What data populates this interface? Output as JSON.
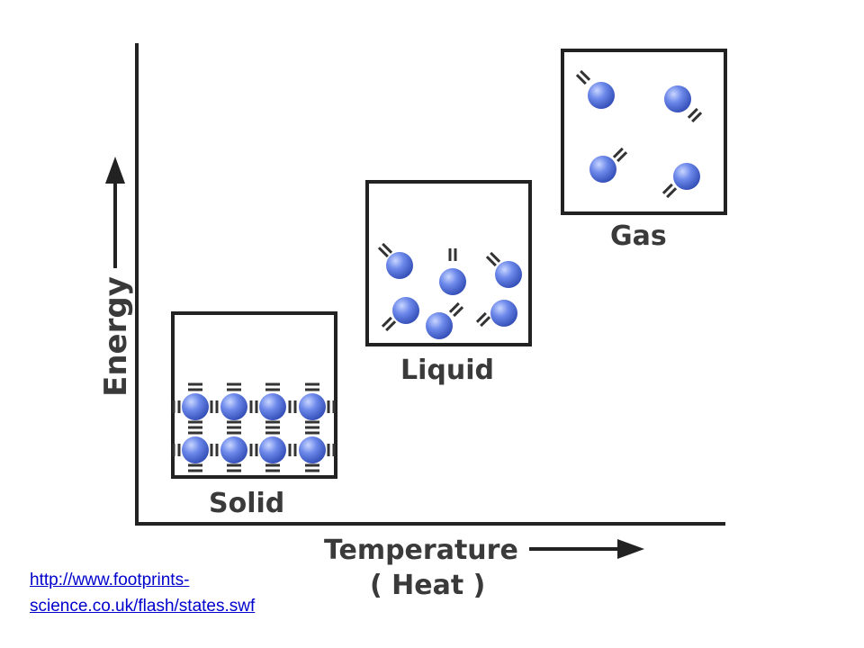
{
  "diagram": {
    "axis_y_label": "Energy",
    "axis_x_label_line1": "Temperature",
    "axis_x_label_line2": "( Heat )",
    "states": [
      {
        "name": "Solid"
      },
      {
        "name": "Liquid"
      },
      {
        "name": "Gas"
      }
    ],
    "colors": {
      "particle": "#5a78e0",
      "particle_highlight": "#c9d6ff",
      "line": "#222222",
      "label": "#3a3a3a"
    },
    "icons": {
      "particle": "sphere-particle-icon",
      "motion": "motion-marks-icon"
    }
  },
  "source": {
    "url_line1": "http://www.footprints-",
    "url_line2": "science.co.uk/flash/states.swf"
  }
}
